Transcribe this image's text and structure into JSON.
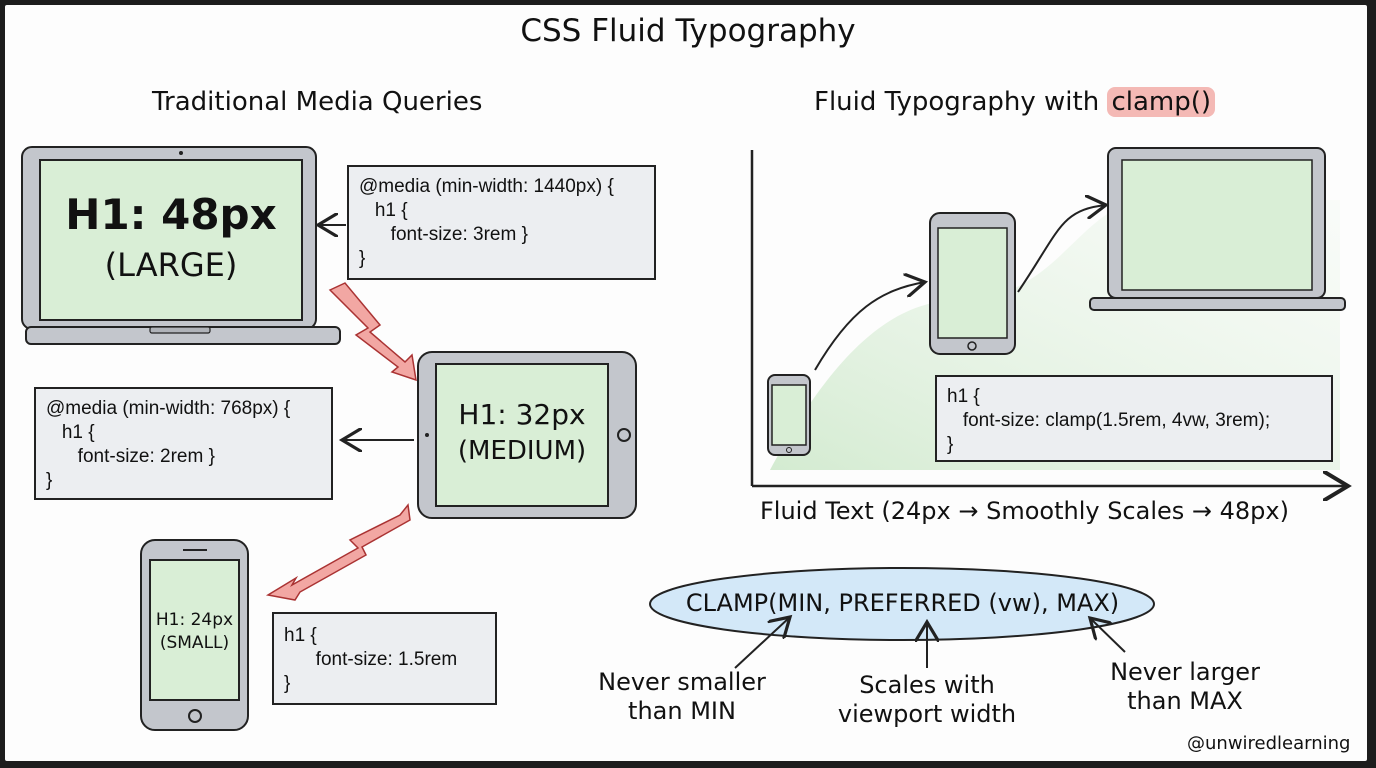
{
  "title": "CSS Fluid Typography",
  "left": {
    "heading": "Traditional Media Queries",
    "laptop": {
      "line1": "H1: 48px",
      "line2": "(LARGE)"
    },
    "tablet": {
      "line1": "H1: 32px",
      "line2": "(MEDIUM)"
    },
    "phone": {
      "line1": "H1: 24px",
      "line2": "(SMALL)"
    },
    "code_large": "@media (min-width: 1440px) {\n   h1 {\n      font-size: 3rem }\n}",
    "code_medium": "@media (min-width: 768px) {\n   h1 {\n      font-size: 2rem }\n}",
    "code_small": "h1 {\n      font-size: 1.5rem\n}"
  },
  "right": {
    "heading_prefix": "Fluid Typography with ",
    "heading_highlight": "clamp()",
    "code": "h1 {\n   font-size: clamp(1.5rem, 4vw, 3rem);\n}",
    "axis_label": "Fluid Text (24px → Smoothly Scales → 48px)",
    "formula": "CLAMP(MIN, PREFERRED (vw), MAX)",
    "annotations": {
      "min": [
        "Never smaller",
        "than MIN"
      ],
      "preferred": [
        "Scales with",
        "viewport width"
      ],
      "max": [
        "Never larger",
        "than MAX"
      ]
    }
  },
  "credit": "@unwiredlearning",
  "colors": {
    "screen": "#d9eed6",
    "device": "#c3c6cc",
    "code_bg": "#eceef1",
    "lightning": "#f2a7a3",
    "ellipse": "#d3e8f8",
    "highlight": "#f4b9b5"
  }
}
